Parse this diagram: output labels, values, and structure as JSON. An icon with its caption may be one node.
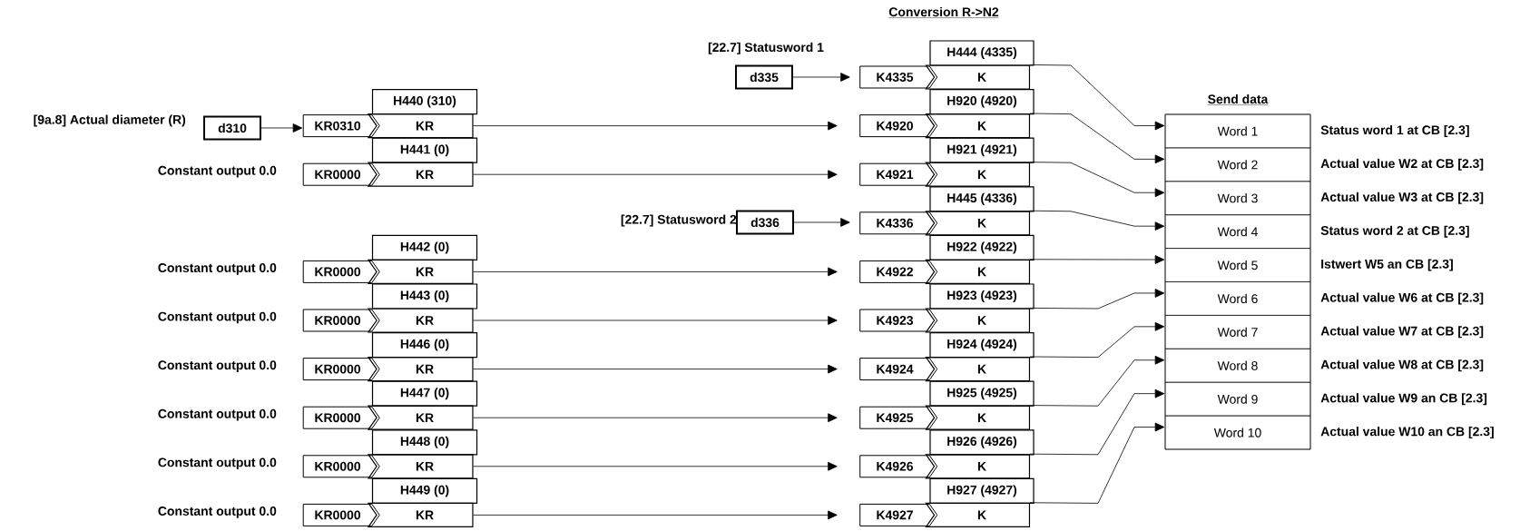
{
  "diagram": {
    "title": "Conversion R->N2",
    "nodes": [
      {
        "text": [
          "d310"
        ],
        "beside": [
          "[9a.8] Actual diameter (R)"
        ]
      },
      {
        "text": [
          "KR0310"
        ]
      },
      {
        "text": [
          "H440 (310)"
        ]
      },
      {
        "text": [
          "KR"
        ]
      },
      {
        "text": [
          "KR0000"
        ],
        "beside": [
          "Constant output 0.0"
        ]
      },
      {
        "text": [
          "H441 (0)"
        ]
      },
      {
        "text": [
          "KR"
        ]
      },
      {
        "text": [
          "KR0000"
        ],
        "beside": [
          "Constant output 0.0"
        ]
      },
      {
        "text": [
          "H442 (0)"
        ]
      },
      {
        "text": [
          "KR"
        ]
      },
      {
        "text": [
          "KR0000"
        ],
        "beside": [
          "Constant output 0.0"
        ]
      },
      {
        "text": [
          "H443 (0)"
        ]
      },
      {
        "text": [
          "KR"
        ]
      },
      {
        "text": [
          "KR0000"
        ],
        "beside": [
          "Constant output 0.0"
        ]
      },
      {
        "text": [
          "H446 (0)"
        ]
      },
      {
        "text": [
          "KR"
        ]
      },
      {
        "text": [
          "KR0000"
        ],
        "beside": [
          "Constant output 0.0"
        ]
      },
      {
        "text": [
          "H447 (0)"
        ]
      },
      {
        "text": [
          "KR"
        ]
      },
      {
        "text": [
          "KR0000"
        ],
        "beside": [
          "Constant output 0.0"
        ]
      },
      {
        "text": [
          "H448 (0)"
        ]
      },
      {
        "text": [
          "KR"
        ]
      },
      {
        "text": [
          "KR0000"
        ],
        "beside": [
          "Constant output 0.0"
        ]
      },
      {
        "text": [
          "H449 (0)"
        ]
      },
      {
        "text": [
          "KR"
        ]
      },
      {
        "text": [
          "d335"
        ],
        "beside": [
          "[22.7] Statusword 1"
        ]
      },
      {
        "text": [
          "d336"
        ],
        "beside": [
          "[22.7] Statusword 2"
        ]
      },
      {
        "text": [
          "K4335"
        ]
      },
      {
        "text": [
          "H444 (4335)"
        ]
      },
      {
        "text": [
          "K"
        ]
      },
      {
        "text": [
          "K4920"
        ]
      },
      {
        "text": [
          "H920 (4920)"
        ]
      },
      {
        "text": [
          "K"
        ]
      },
      {
        "text": [
          "K4921"
        ]
      },
      {
        "text": [
          "H921 (4921)"
        ]
      },
      {
        "text": [
          "K"
        ]
      },
      {
        "text": [
          "K4336"
        ]
      },
      {
        "text": [
          "H445 (4336)"
        ]
      },
      {
        "text": [
          "K"
        ]
      },
      {
        "text": [
          "K4922"
        ]
      },
      {
        "text": [
          "H922 (4922)"
        ]
      },
      {
        "text": [
          "K"
        ]
      },
      {
        "text": [
          "K4923"
        ]
      },
      {
        "text": [
          "H923 (4923)"
        ]
      },
      {
        "text": [
          "K"
        ]
      },
      {
        "text": [
          "K4924"
        ]
      },
      {
        "text": [
          "H924 (4924)"
        ]
      },
      {
        "text": [
          "K"
        ]
      },
      {
        "text": [
          "K4925"
        ]
      },
      {
        "text": [
          "H925 (4925)"
        ]
      },
      {
        "text": [
          "K"
        ]
      },
      {
        "text": [
          "K4926"
        ]
      },
      {
        "text": [
          "H926 (4926)"
        ]
      },
      {
        "text": [
          "K"
        ]
      },
      {
        "text": [
          "K4927"
        ]
      },
      {
        "text": [
          "H927 (4927)"
        ]
      },
      {
        "text": [
          "K"
        ]
      },
      {
        "text": [
          "Send data"
        ]
      },
      {
        "text": [
          "Word 1"
        ],
        "in": 57,
        "beside": [
          "Status word 1  at CB [2.3]"
        ]
      },
      {
        "text": [
          "Word 2"
        ],
        "in": 57,
        "beside": [
          "Actual value W2 at CB  [2.3]"
        ]
      },
      {
        "text": [
          "Word 3"
        ],
        "in": 57,
        "beside": [
          "Actual value W3 at CB [2.3]"
        ]
      },
      {
        "text": [
          "Word 4"
        ],
        "in": 57,
        "beside": [
          "Status word 2  at CB [2.3]"
        ]
      },
      {
        "text": [
          "Word 5"
        ],
        "in": 57,
        "beside": [
          "Istwert W5 an CB [2.3]"
        ]
      },
      {
        "text": [
          "Word 6"
        ],
        "in": 57,
        "beside": [
          "Actual value W6 at CB [2.3]"
        ]
      },
      {
        "text": [
          "Word 7"
        ],
        "in": 57,
        "beside": [
          "Actual value W7 at CB [2.3]"
        ]
      },
      {
        "text": [
          "Word 8"
        ],
        "in": 57,
        "beside": [
          "Actual value W8 at CB [2.3]"
        ]
      },
      {
        "text": [
          "Word 9"
        ],
        "in": 57,
        "beside": [
          "Actual value W9 an CB [2.3]"
        ]
      },
      {
        "text": [
          "Word 10"
        ],
        "in": 57,
        "beside": [
          "Actual value W10 an CB [2.3]"
        ]
      }
    ],
    "edges": [
      {
        "from": 0,
        "to": 1,
        "arrow": "to"
      },
      {
        "from": 3,
        "to": 30,
        "arrow": "to"
      },
      {
        "from": 6,
        "to": 33,
        "arrow": "to"
      },
      {
        "from": 9,
        "to": 39,
        "arrow": "to"
      },
      {
        "from": 12,
        "to": 42,
        "arrow": "to"
      },
      {
        "from": 15,
        "to": 45,
        "arrow": "to"
      },
      {
        "from": 18,
        "to": 48,
        "arrow": "to"
      },
      {
        "from": 21,
        "to": 51,
        "arrow": "to"
      },
      {
        "from": 24,
        "to": 54,
        "arrow": "to"
      },
      {
        "from": 25,
        "to": 27,
        "arrow": "to"
      },
      {
        "from": 26,
        "to": 36,
        "arrow": "to"
      },
      {
        "from": 29,
        "to": 58,
        "arrow": "to"
      },
      {
        "from": 32,
        "to": 59,
        "arrow": "to"
      },
      {
        "from": 35,
        "to": 60,
        "arrow": "to"
      },
      {
        "from": 38,
        "to": 61,
        "arrow": "to"
      },
      {
        "from": 41,
        "to": 62,
        "arrow": "to"
      },
      {
        "from": 44,
        "to": 63,
        "arrow": "to"
      },
      {
        "from": 47,
        "to": 64,
        "arrow": "to"
      },
      {
        "from": 50,
        "to": 65,
        "arrow": "to"
      },
      {
        "from": 53,
        "to": 66,
        "arrow": "to"
      },
      {
        "from": 56,
        "to": 67,
        "arrow": "to"
      }
    ]
  }
}
